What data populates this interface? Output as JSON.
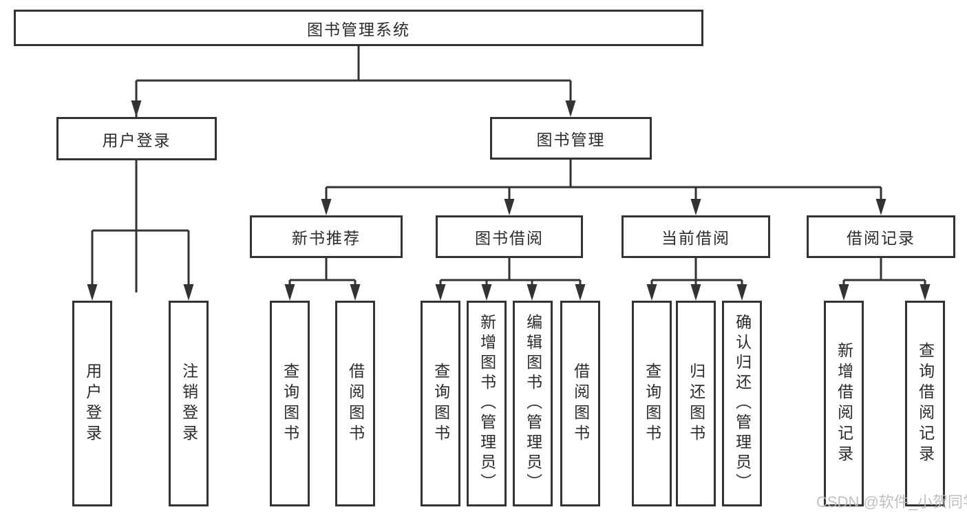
{
  "diagram": {
    "title": "图书管理系统",
    "tree": {
      "label": "图书管理系统",
      "children": [
        {
          "label": "用户登录",
          "children": [
            {
              "label": "用户登录"
            },
            {
              "label": "注销登录"
            }
          ]
        },
        {
          "label": "图书管理",
          "children": [
            {
              "label": "新书推荐",
              "children": [
                {
                  "label": "查询图书"
                },
                {
                  "label": "借阅图书"
                }
              ]
            },
            {
              "label": "图书借阅",
              "children": [
                {
                  "label": "查询图书"
                },
                {
                  "label": "新增图书（管理员）"
                },
                {
                  "label": "编辑图书（管理员）"
                },
                {
                  "label": "借阅图书"
                }
              ]
            },
            {
              "label": "当前借阅",
              "children": [
                {
                  "label": "查询图书"
                },
                {
                  "label": "归还图书"
                },
                {
                  "label": "确认归还（管理员）"
                }
              ]
            },
            {
              "label": "借阅记录",
              "children": [
                {
                  "label": "新增借阅记录"
                },
                {
                  "label": "查询借阅记录"
                }
              ]
            }
          ]
        }
      ]
    },
    "colors": {
      "line": "#333333",
      "text": "#2b2b2b",
      "background": "#ffffff",
      "watermark": "#b9b9b9"
    }
  },
  "watermark": {
    "text": "CSDN @软件_小贺同学"
  }
}
